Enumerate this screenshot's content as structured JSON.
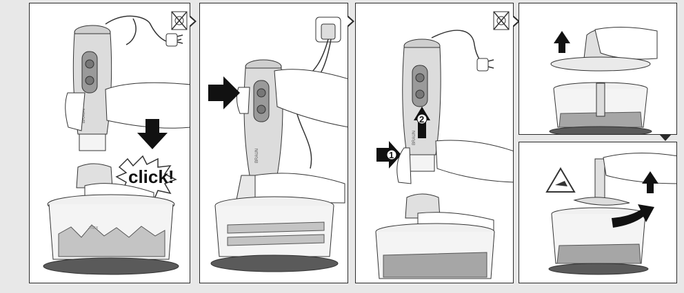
{
  "steps": [
    {
      "id": 1,
      "click_label": "click!",
      "brand": "BRAUN",
      "max_label": "max"
    },
    {
      "id": 2,
      "brand": "BRAUN"
    },
    {
      "id": 3,
      "brand": "BRAUN",
      "marker_2": "2",
      "marker_1_left": "1",
      "marker_1_right": "1"
    },
    {
      "id": 4
    },
    {
      "id": 5
    }
  ],
  "colors": {
    "outline": "#2a2a2a",
    "arrow": "#111111",
    "blender_body": "#d9d9d9",
    "blender_accent": "#9a9a9a",
    "base": "#555555",
    "bowl": "#f0f0f0",
    "food": "#bdbdbd"
  },
  "icons": [
    "no-plug-icon",
    "plug-socket-icon",
    "sharp-blade-warning-icon"
  ]
}
